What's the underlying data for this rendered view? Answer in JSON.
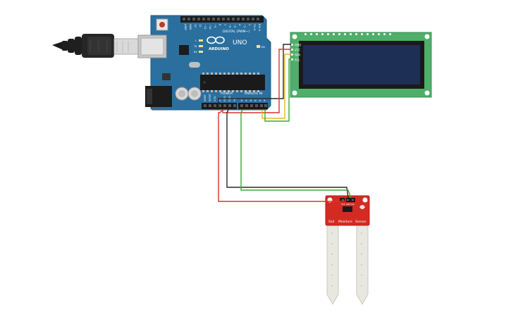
{
  "arduino": {
    "logo_text": "ARDUINO",
    "model": "UNO",
    "digital_label": "DIGITAL (PWM~)",
    "power_label": "POWER",
    "analog_label": "ANALOG IN",
    "on_label": "ON",
    "tx_label": "TX",
    "rx_label": "RX",
    "l_label": "L",
    "digital_pins": [
      "AREF",
      "GND",
      "13",
      "12",
      "~11",
      "~10",
      "~9",
      "8",
      "7",
      "~6",
      "~5",
      "4",
      "~3",
      "2",
      "TX→1",
      "RX←0"
    ],
    "power_pins": [
      "IOREF",
      "RESET",
      "3.3V",
      "5V",
      "GND",
      "GND",
      "Vin"
    ],
    "analog_pins": [
      "A0",
      "A1",
      "A2",
      "A3",
      "A4",
      "A5"
    ]
  },
  "lcd": {
    "pins": [
      "GND",
      "VCC",
      "SDA",
      "SCL"
    ]
  },
  "sensor": {
    "label_left": "Soil",
    "label_mid": "Moisture",
    "label_right": "Sensor",
    "pin_labels": [
      "VCC",
      "GND",
      "SIG"
    ]
  },
  "colors": {
    "arduino_board": "#2b6f9f",
    "lcd_board": "#4fae6a",
    "lcd_screen": "#1e2f55",
    "sensor_board": "#d32b22",
    "wire_red": "#e0302a",
    "wire_black": "#2a2a2a",
    "wire_green": "#3aa83a",
    "wire_yellow": "#e8b820",
    "wire_orange": "#e07a20"
  }
}
